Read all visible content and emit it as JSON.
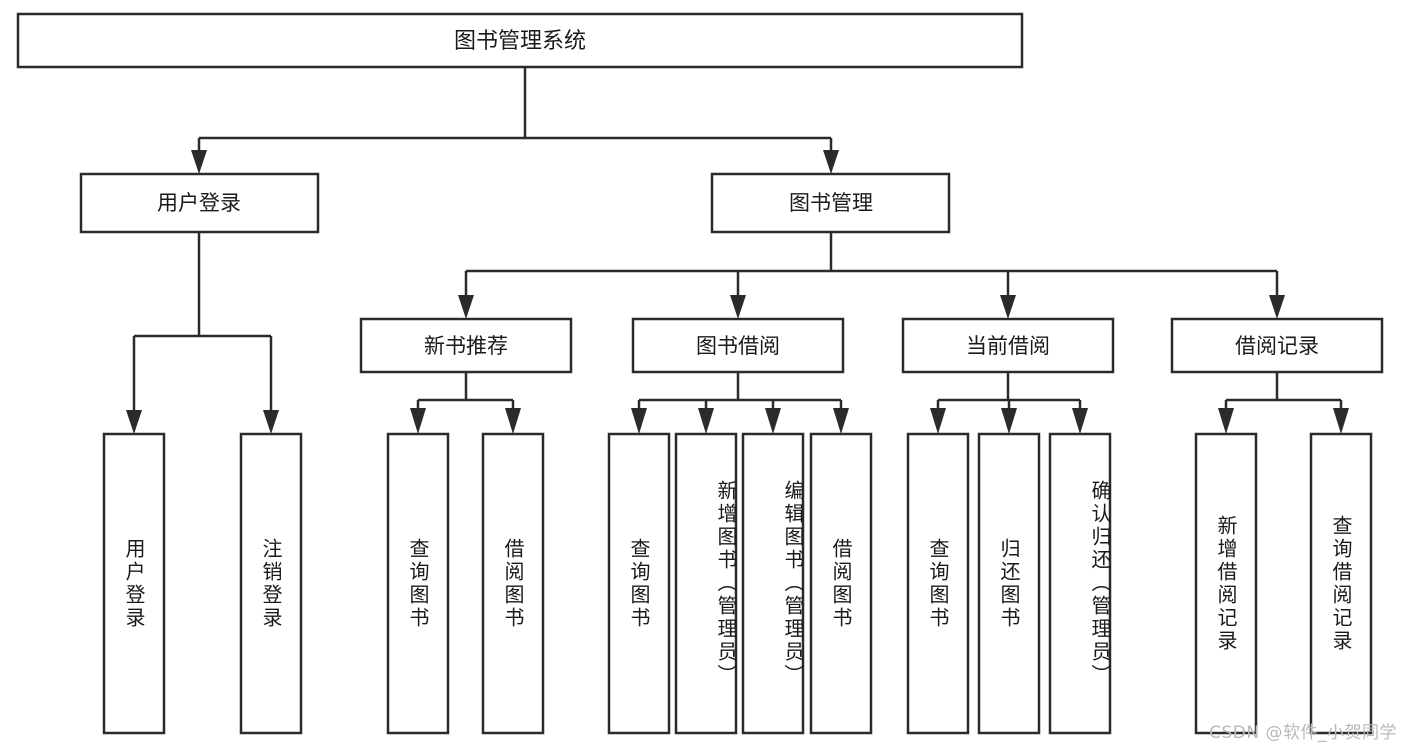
{
  "diagram": {
    "type": "tree",
    "title": "图书管理系统",
    "orientation": "top-down",
    "background_color": "#ffffff",
    "line_color": "#2b2b2b",
    "box_fill": "#ffffff",
    "root": {
      "label": "图书管理系统",
      "children": [
        {
          "label": "用户登录",
          "children": [
            {
              "label": "用户登录"
            },
            {
              "label": "注销登录"
            }
          ]
        },
        {
          "label": "图书管理",
          "children": [
            {
              "label": "新书推荐",
              "children": [
                {
                  "label": "查询图书"
                },
                {
                  "label": "借阅图书"
                }
              ]
            },
            {
              "label": "图书借阅",
              "children": [
                {
                  "label": "查询图书"
                },
                {
                  "label": "新增图书（管理员）"
                },
                {
                  "label": "编辑图书（管理员）"
                },
                {
                  "label": "借阅图书"
                }
              ]
            },
            {
              "label": "当前借阅",
              "children": [
                {
                  "label": "查询图书"
                },
                {
                  "label": "归还图书"
                },
                {
                  "label": "确认归还（管理员）"
                }
              ]
            },
            {
              "label": "借阅记录",
              "children": [
                {
                  "label": "新增借阅记录"
                },
                {
                  "label": "查询借阅记录"
                }
              ]
            }
          ]
        }
      ]
    }
  },
  "nodes": {
    "root": "图书管理系统",
    "l1": {
      "user_login": "用户登录",
      "book_manage": "图书管理"
    },
    "l2": {
      "new_book_rec": "新书推荐",
      "book_borrow": "图书借阅",
      "current_borrow": "当前借阅",
      "borrow_record": "借阅记录"
    },
    "leaves": {
      "user_login_1": "用户登录",
      "user_login_2": "注销登录",
      "new_book_1": "查询图书",
      "new_book_2": "借阅图书",
      "borrow_1": "查询图书",
      "borrow_2": "新增图书（管理员）",
      "borrow_3": "编辑图书（管理员）",
      "borrow_4": "借阅图书",
      "current_1": "查询图书",
      "current_2": "归还图书",
      "current_3": "确认归还（管理员）",
      "record_1": "新增借阅记录",
      "record_2": "查询借阅记录"
    }
  },
  "watermark": {
    "text": "CSDN @软件_小贺同学"
  }
}
